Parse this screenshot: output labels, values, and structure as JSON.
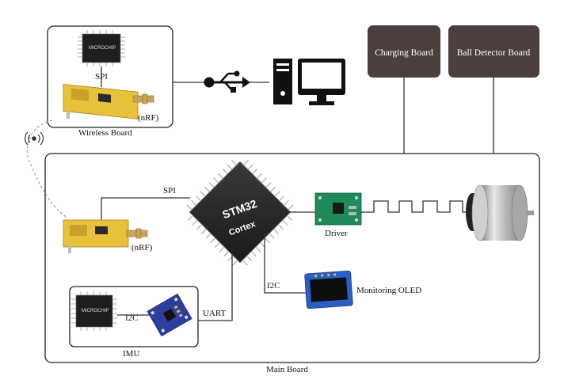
{
  "boards": {
    "wireless": "Wireless Board",
    "main": "Main Board",
    "charging": "Charging Board",
    "ball_detector": "Ball Detector Board",
    "imu": "IMU"
  },
  "labels": {
    "spi_top": "SPI",
    "nrf_top": "(nRF)",
    "spi_main": "SPI",
    "nrf_main": "(nRF)",
    "driver": "Driver",
    "i2c_oled": "I2C",
    "monitoring_oled": "Monitoring OLED",
    "i2c_imu": "I2C",
    "uart": "UART"
  },
  "chips": {
    "microchip_brand": "MICROCHIP",
    "mcu_brand": "STM32",
    "mcu_core": "Cortex"
  },
  "colors": {
    "dark_box": "#4a3f3d",
    "pcb_yellow": "#e8c23a",
    "pcb_green": "#1f8a5a",
    "imu_blue": "#2d3f9e",
    "oled_blue": "#2a5fc7"
  }
}
